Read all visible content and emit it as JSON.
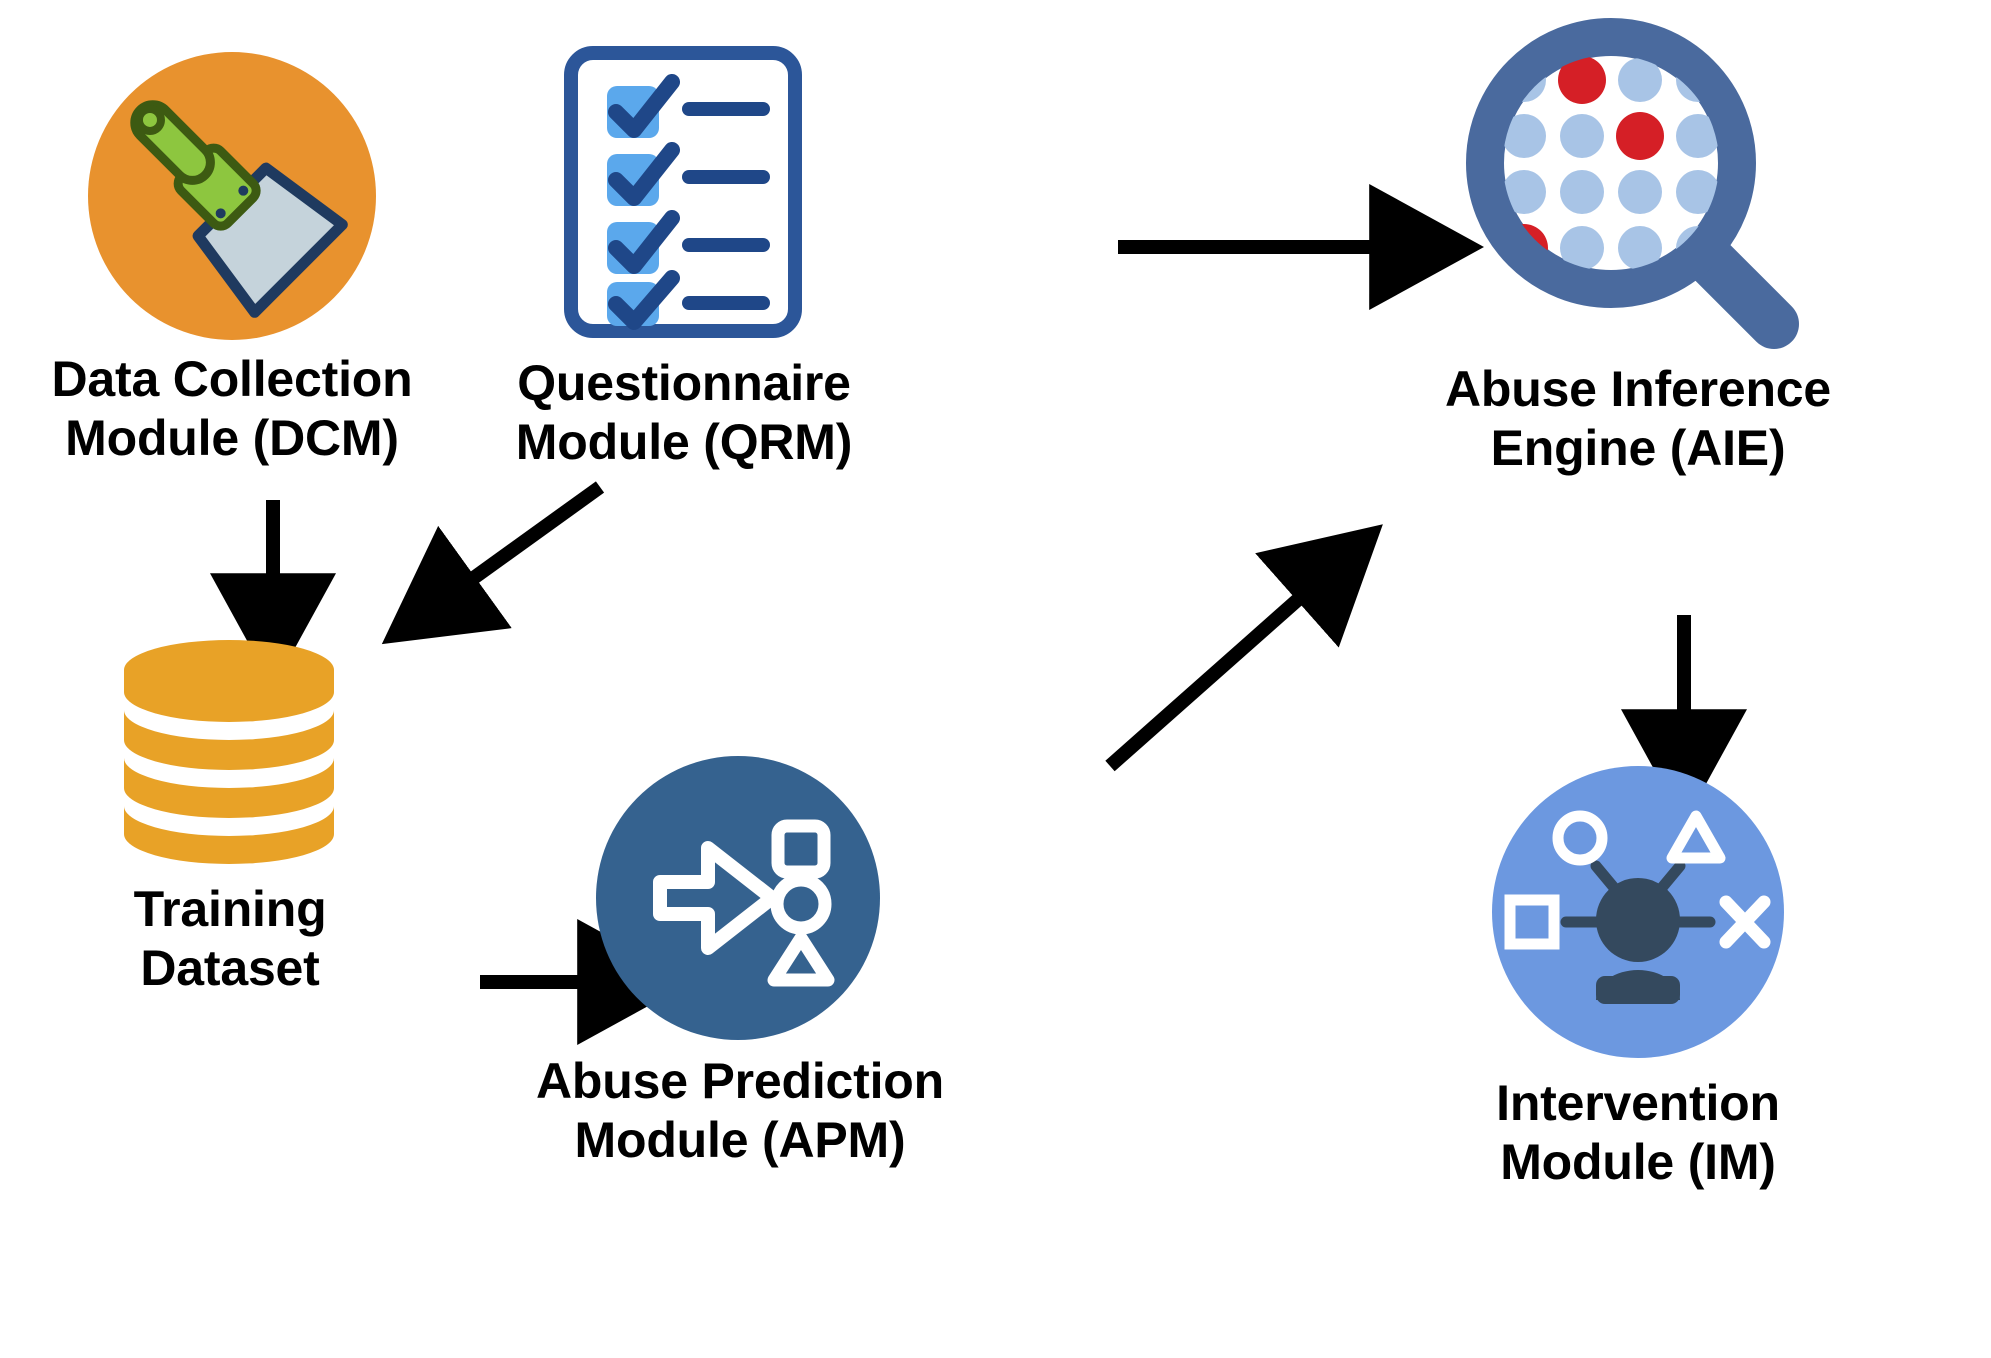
{
  "diagram": {
    "title": "Abuse detection system module architecture",
    "background": "#ffffff",
    "nodes": [
      {
        "id": "dcm",
        "label": "Data Collection\nModule (DCM)",
        "icon": "scraper-tool-circle-icon",
        "colors": {
          "circle": "#E8922E",
          "handle": "#8DC63F",
          "blade": "#C5D3DB",
          "outline": "#1F3A5F"
        }
      },
      {
        "id": "qrm",
        "label": "Questionnaire\nModule (QRM)",
        "icon": "checklist-clipboard-icon",
        "colors": {
          "border": "#2C5699",
          "check_box": "#5BA8EC",
          "check_mark": "#1F4788",
          "line": "#1F4788"
        },
        "checkbox_rows": 4
      },
      {
        "id": "aie",
        "label": "Abuse Inference\nEngine (AIE)",
        "icon": "magnifier-dot-grid-icon",
        "colors": {
          "lens": "#4A6A9E",
          "dot_normal": "#A8C4E6",
          "dot_alert": "#D51F26",
          "lens_fill": "#FFFFFF"
        },
        "grid": {
          "rows": 4,
          "cols": 4,
          "alert_cells": [
            [
              0,
              1
            ],
            [
              1,
              2
            ],
            [
              3,
              0
            ]
          ]
        }
      },
      {
        "id": "training_dataset",
        "label": "Training\nDataset",
        "icon": "database-cylinder-icon",
        "colors": {
          "body": "#E8A227"
        },
        "disks": 4
      },
      {
        "id": "apm",
        "label": "Abuse Prediction\nModule (APM)",
        "icon": "prediction-arrow-shapes-icon",
        "colors": {
          "circle": "#35628F",
          "glyph": "#FFFFFF"
        },
        "shapes": [
          "square",
          "circle",
          "triangle"
        ]
      },
      {
        "id": "im",
        "label": "Intervention\nModule (IM)",
        "icon": "person-network-icon",
        "colors": {
          "circle": "#6C98E0",
          "person": "#34495E",
          "symbols": "#FFFFFF",
          "connector": "#34495E"
        },
        "symbols": [
          "circle",
          "triangle",
          "square",
          "x"
        ]
      }
    ],
    "arrows": [
      {
        "id": "dcm-to-dataset",
        "from": "dcm",
        "to": "training_dataset",
        "direction": "down",
        "color": "#000000"
      },
      {
        "id": "qrm-to-dataset",
        "from": "qrm",
        "to": "training_dataset",
        "direction": "down-left",
        "color": "#000000"
      },
      {
        "id": "qrm-to-aie",
        "from": "qrm",
        "to": "aie",
        "direction": "right",
        "color": "#000000"
      },
      {
        "id": "dataset-to-apm",
        "from": "training_dataset",
        "to": "apm",
        "direction": "right",
        "color": "#000000"
      },
      {
        "id": "apm-to-aie",
        "from": "apm",
        "to": "aie",
        "direction": "up-right",
        "color": "#000000"
      },
      {
        "id": "aie-to-im",
        "from": "aie",
        "to": "im",
        "direction": "down",
        "color": "#000000"
      }
    ]
  }
}
